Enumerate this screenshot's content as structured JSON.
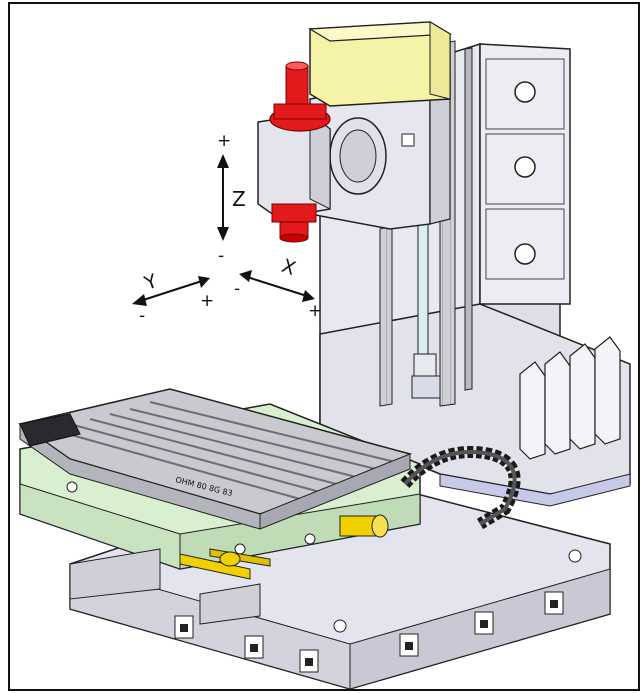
{
  "figure": {
    "axes": {
      "z": {
        "label": "Z",
        "plus": "+",
        "minus": "-"
      },
      "y": {
        "label": "Y",
        "plus": "+",
        "minus": "-"
      },
      "x": {
        "label": "X",
        "plus": "+",
        "minus": "-"
      }
    },
    "table_marking": "OHM 80 8G 83",
    "colors": {
      "spindle": "#e31a1c",
      "motor_housing": "#f5f3a8",
      "frame": "#dcdce6",
      "saddle": "#d8efd0",
      "table": "#c9c9cf",
      "rails": "#f0d000",
      "outline": "#222222"
    },
    "components": [
      "spindle-tool-holder",
      "spindle-head",
      "spindle-motor-housing",
      "column",
      "z-axis-ball-screw",
      "work-table",
      "saddle",
      "cable-chain",
      "ball-screw-motor",
      "machine-base"
    ]
  }
}
